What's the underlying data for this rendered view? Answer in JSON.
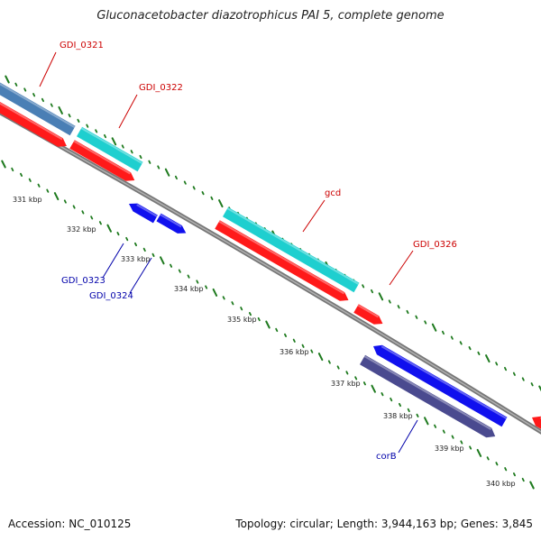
{
  "title": "Gluconacetobacter diazotrophicus PAI 5, complete genome",
  "footer": {
    "accession": "Accession: NC_010125",
    "topology": "Topology: circular; Length: 3,944,163 bp; Genes: 3,845"
  },
  "colors": {
    "backbone": "#8a8a8a",
    "tick": "#1e7a1e",
    "cds_forward": "#ff1a1a",
    "cds_reverse": "#1010ee",
    "label_red": "#cc0000",
    "label_blue": "#0000aa",
    "feature_steelblue": "#4a7fb5",
    "feature_cyan": "#1ecfcf",
    "feature_slate": "#4a4a8f"
  },
  "ruler": [
    {
      "label": "331 kbp"
    },
    {
      "label": "332 kbp"
    },
    {
      "label": "333 kbp"
    },
    {
      "label": "334 kbp"
    },
    {
      "label": "335 kbp"
    },
    {
      "label": "336 kbp"
    },
    {
      "label": "337 kbp"
    },
    {
      "label": "338 kbp"
    },
    {
      "label": "339 kbp"
    },
    {
      "label": "340 kbp"
    }
  ],
  "gene_labels": [
    {
      "name": "GDI_0321",
      "color": "red"
    },
    {
      "name": "GDI_0322",
      "color": "red"
    },
    {
      "name": "gcd",
      "color": "red"
    },
    {
      "name": "GDI_0326",
      "color": "red"
    },
    {
      "name": "GDI_0323",
      "color": "blue"
    },
    {
      "name": "GDI_0324",
      "color": "blue"
    },
    {
      "name": "corB",
      "color": "blue"
    }
  ]
}
